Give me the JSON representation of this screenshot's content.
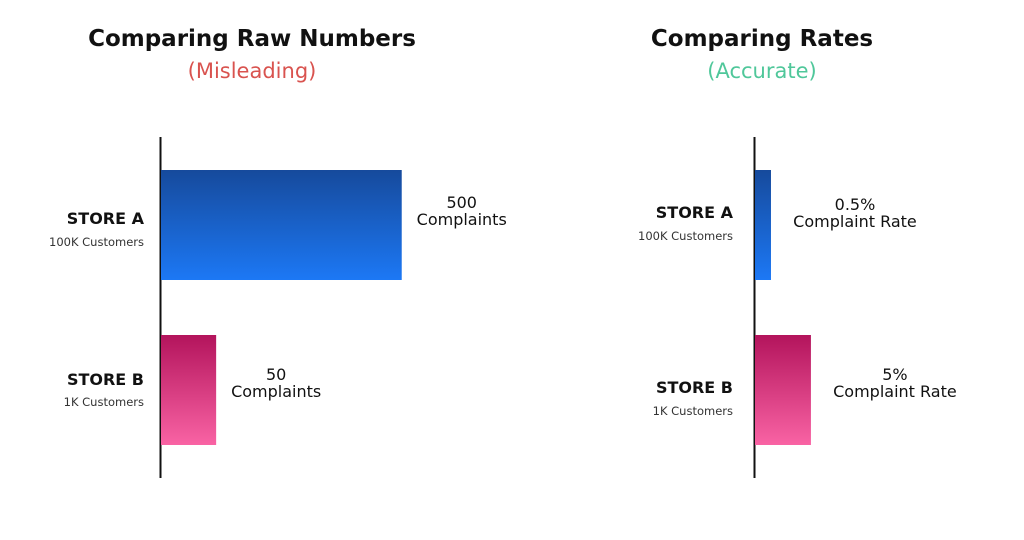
{
  "colors": {
    "misleading": "#d9534f",
    "accurate": "#4fc79a",
    "store_a_top": "#164a9c",
    "store_a_bottom": "#1c78f5",
    "store_b_top": "#b3145c",
    "store_b_bottom": "#f963a4"
  },
  "chart_data": [
    {
      "type": "bar",
      "orientation": "horizontal",
      "title": "Comparing Raw Numbers",
      "subtitle": "(Misleading)",
      "categories": [
        {
          "name": "STORE A",
          "detail": "100K Customers"
        },
        {
          "name": "STORE B",
          "detail": "1K Customers"
        }
      ],
      "values": [
        500,
        50
      ],
      "data_labels": [
        {
          "value": "500",
          "unit": "Complaints"
        },
        {
          "value": "50",
          "unit": "Complaints"
        }
      ],
      "grid": false
    },
    {
      "type": "bar",
      "orientation": "horizontal",
      "title": "Comparing Rates",
      "subtitle": "(Accurate)",
      "categories": [
        {
          "name": "STORE A",
          "detail": "100K Customers"
        },
        {
          "name": "STORE B",
          "detail": "1K Customers"
        }
      ],
      "values": [
        0.5,
        5
      ],
      "data_labels": [
        {
          "value": "0.5%",
          "unit": "Complaint Rate"
        },
        {
          "value": "5%",
          "unit": "Complaint Rate"
        }
      ],
      "grid": false
    }
  ]
}
